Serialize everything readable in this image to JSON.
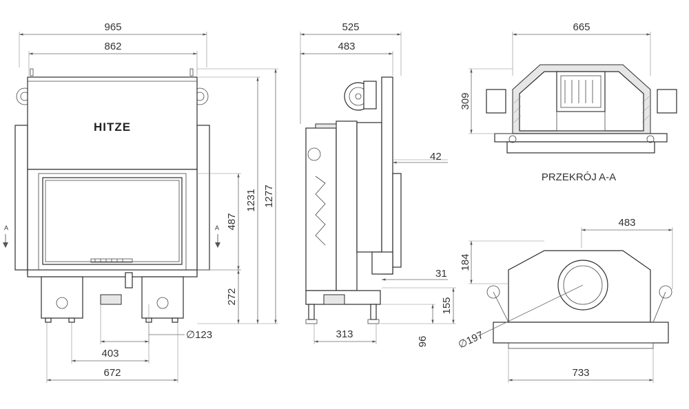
{
  "brand": {
    "logo_text": "HITZE"
  },
  "front_view": {
    "dims": {
      "overall_width": "965",
      "body_width": "862",
      "total_height": "1277",
      "height_1231": "1231",
      "glass_height": "487",
      "lower_height": "272",
      "flue_diameter": "123",
      "leg_spacing": "403",
      "base_width": "672"
    },
    "section_marker": "A"
  },
  "side_view": {
    "dims": {
      "overall_depth": "525",
      "body_depth": "483",
      "offset_42": "42",
      "offset_31": "31",
      "height_155": "155",
      "height_96": "96",
      "depth_313": "313"
    }
  },
  "section_view": {
    "dims": {
      "width_665": "665",
      "height_309": "309"
    },
    "caption": "PRZEKRÓJ A-A"
  },
  "top_view": {
    "dims": {
      "width_483": "483",
      "height_184": "184",
      "flue_diameter": "197",
      "width_733": "733"
    }
  },
  "colors": {
    "line": "#2c2c2c",
    "dimension": "#666666",
    "text": "#333333"
  }
}
